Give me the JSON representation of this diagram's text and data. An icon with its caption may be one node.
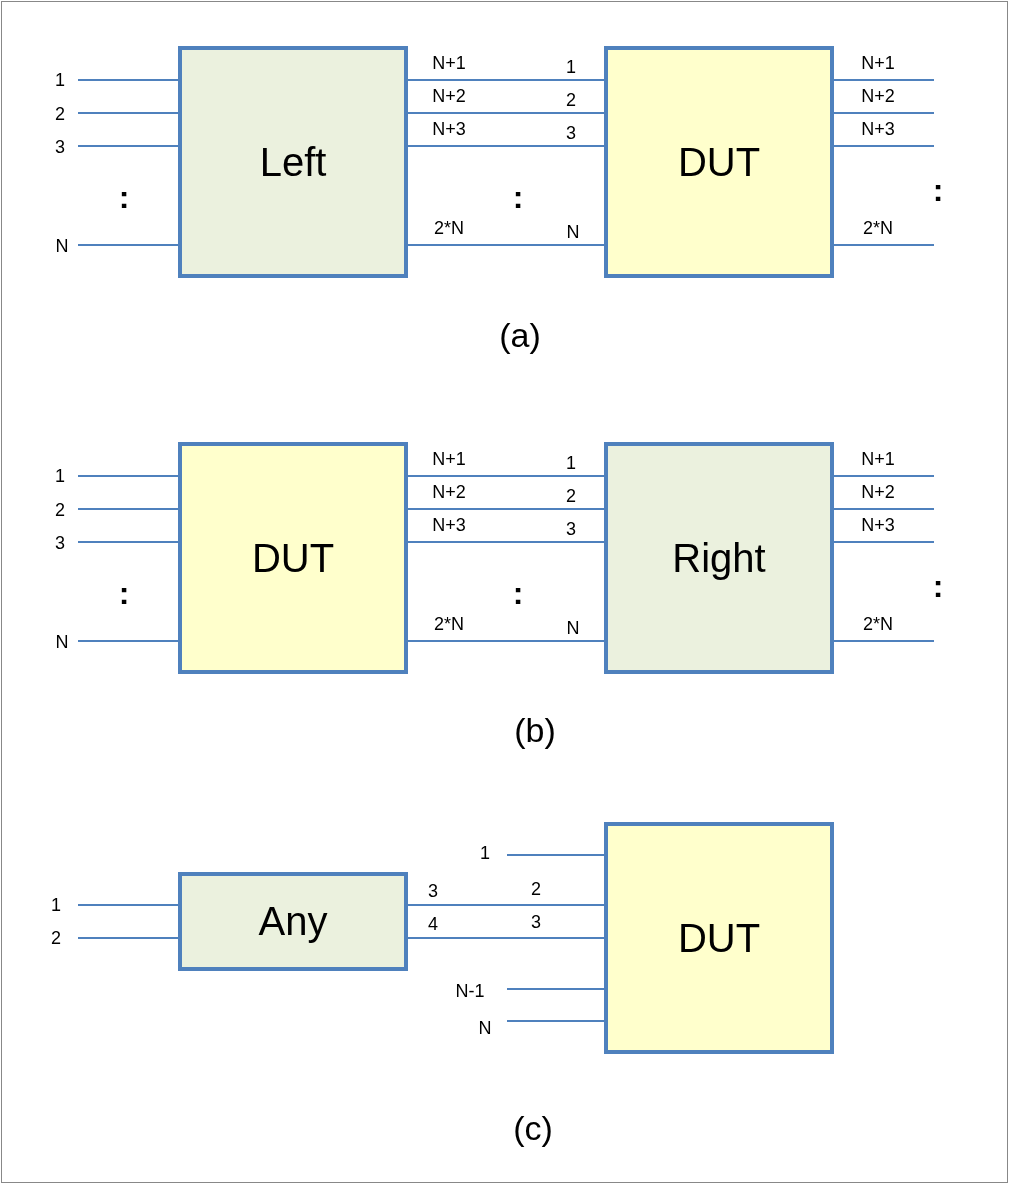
{
  "diagram": {
    "nodes": [
      {
        "text": [
          "Left"
        ]
      },
      {
        "text": [
          "DUT"
        ]
      },
      {
        "text": [
          "DUT"
        ]
      },
      {
        "text": [
          "Right"
        ]
      },
      {
        "text": [
          "Any"
        ]
      },
      {
        "text": [
          "DUT"
        ]
      }
    ],
    "edges": [
      {
        "from": null,
        "to": 0,
        "arrow": "none"
      },
      {
        "from": null,
        "to": 0,
        "arrow": "none"
      },
      {
        "from": null,
        "to": 0,
        "arrow": "none"
      },
      {
        "from": null,
        "to": 0,
        "arrow": "none"
      },
      {
        "from": 0,
        "to": 1,
        "arrow": "none"
      },
      {
        "from": 0,
        "to": 1,
        "arrow": "none"
      },
      {
        "from": 0,
        "to": 1,
        "arrow": "none"
      },
      {
        "from": 0,
        "to": 1,
        "arrow": "none"
      },
      {
        "from": 1,
        "to": null,
        "arrow": "none"
      },
      {
        "from": 1,
        "to": null,
        "arrow": "none"
      },
      {
        "from": 1,
        "to": null,
        "arrow": "none"
      },
      {
        "from": 1,
        "to": null,
        "arrow": "none"
      },
      {
        "from": null,
        "to": 2,
        "arrow": "none"
      },
      {
        "from": null,
        "to": 2,
        "arrow": "none"
      },
      {
        "from": null,
        "to": 2,
        "arrow": "none"
      },
      {
        "from": null,
        "to": 2,
        "arrow": "none"
      },
      {
        "from": 2,
        "to": 3,
        "arrow": "none"
      },
      {
        "from": 2,
        "to": 3,
        "arrow": "none"
      },
      {
        "from": 2,
        "to": 3,
        "arrow": "none"
      },
      {
        "from": 2,
        "to": 3,
        "arrow": "none"
      },
      {
        "from": 3,
        "to": null,
        "arrow": "none"
      },
      {
        "from": 3,
        "to": null,
        "arrow": "none"
      },
      {
        "from": 3,
        "to": null,
        "arrow": "none"
      },
      {
        "from": 3,
        "to": null,
        "arrow": "none"
      },
      {
        "from": null,
        "to": 4,
        "arrow": "none"
      },
      {
        "from": null,
        "to": 4,
        "arrow": "none"
      },
      {
        "from": 4,
        "to": 5,
        "arrow": "none"
      },
      {
        "from": 4,
        "to": 5,
        "arrow": "none"
      },
      {
        "from": null,
        "to": 5,
        "arrow": "none"
      },
      {
        "from": null,
        "to": 5,
        "arrow": "none"
      },
      {
        "from": null,
        "to": 5,
        "arrow": "none"
      }
    ],
    "labels": [
      "N+1",
      "1",
      "N+1",
      "1",
      "2",
      "N+2",
      "2",
      "N+2",
      "3",
      "N+3",
      "3",
      "N+3",
      ":",
      ":",
      ":",
      "N",
      "2*N",
      "N",
      "2*N",
      "(a)",
      "N+1",
      "1",
      "N+1",
      "1",
      "2",
      "N+2",
      "2",
      "N+2",
      "3",
      "N+3",
      "3",
      "N+3",
      ":",
      ":",
      ":",
      "N",
      "2*N",
      "N",
      "2*N",
      "(b)",
      "1",
      "3",
      "2",
      "1",
      "4",
      "3",
      "2",
      "N-1",
      "N",
      "(c)"
    ]
  }
}
